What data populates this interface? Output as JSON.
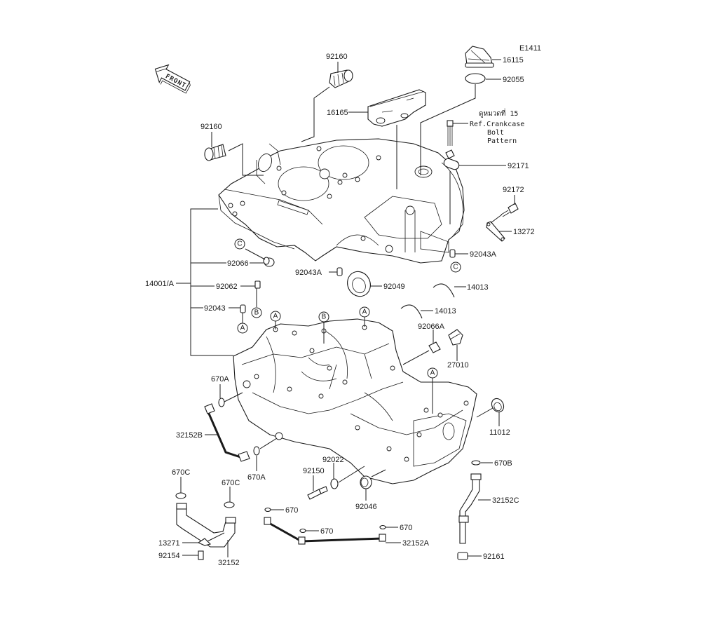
{
  "diagram": {
    "code": "E1411",
    "front_label": "FRONT",
    "reference_note": {
      "thai": "ดูหมวดที่ 15",
      "lines": [
        "Ref.Crankcase",
        "Bolt",
        "Pattern"
      ]
    },
    "group_label": "14001/A",
    "callouts": [
      {
        "id": "c01",
        "part": "92160"
      },
      {
        "id": "c02",
        "part": "92160"
      },
      {
        "id": "c03",
        "part": "16115"
      },
      {
        "id": "c04",
        "part": "92055"
      },
      {
        "id": "c05",
        "part": "16165"
      },
      {
        "id": "c06",
        "part": "92171"
      },
      {
        "id": "c07",
        "part": "92172"
      },
      {
        "id": "c08",
        "part": "13272"
      },
      {
        "id": "c09",
        "part": "92043A"
      },
      {
        "id": "c10",
        "part": "92066"
      },
      {
        "id": "c11",
        "part": "92062"
      },
      {
        "id": "c12",
        "part": "92043"
      },
      {
        "id": "c13",
        "part": "92043A"
      },
      {
        "id": "c14",
        "part": "92049"
      },
      {
        "id": "c15",
        "part": "14013"
      },
      {
        "id": "c16",
        "part": "14013"
      },
      {
        "id": "c17",
        "part": "92066A"
      },
      {
        "id": "c18",
        "part": "27010"
      },
      {
        "id": "c19",
        "part": "670A"
      },
      {
        "id": "c20",
        "part": "32152B"
      },
      {
        "id": "c21",
        "part": "670A"
      },
      {
        "id": "c22",
        "part": "11012"
      },
      {
        "id": "c23",
        "part": "92022"
      },
      {
        "id": "c24",
        "part": "92150"
      },
      {
        "id": "c25",
        "part": "92046"
      },
      {
        "id": "c26",
        "part": "670B"
      },
      {
        "id": "c27",
        "part": "32152C"
      },
      {
        "id": "c28",
        "part": "92161"
      },
      {
        "id": "c29",
        "part": "670C"
      },
      {
        "id": "c30",
        "part": "670C"
      },
      {
        "id": "c31",
        "part": "13271"
      },
      {
        "id": "c32",
        "part": "92154"
      },
      {
        "id": "c33",
        "part": "32152"
      },
      {
        "id": "c34",
        "part": "670"
      },
      {
        "id": "c35",
        "part": "670"
      },
      {
        "id": "c36",
        "part": "670"
      },
      {
        "id": "c37",
        "part": "32152A"
      }
    ],
    "ref_markers": {
      "A": "A",
      "B": "B",
      "C": "C"
    }
  }
}
